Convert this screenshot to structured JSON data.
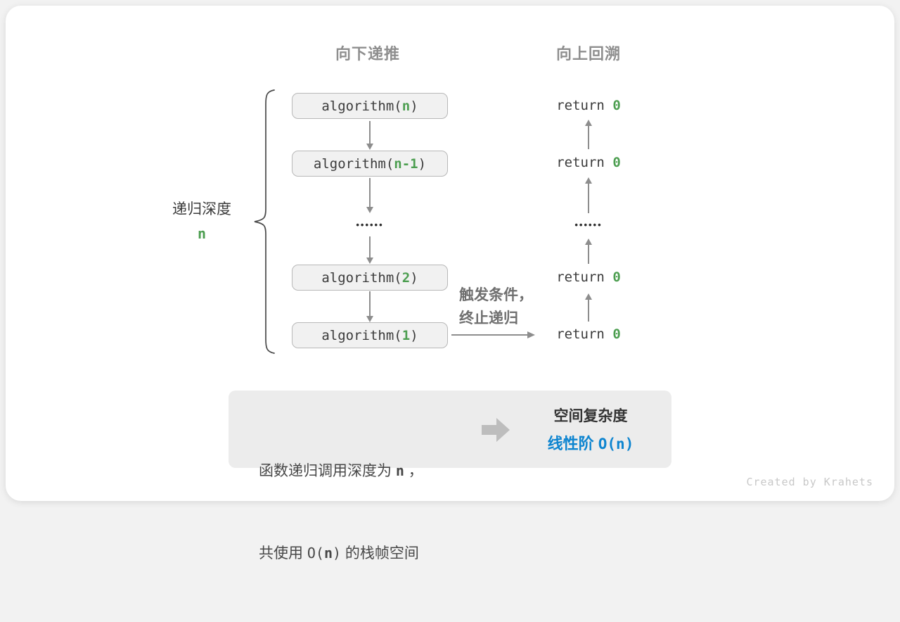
{
  "colors": {
    "green": "#4c9e50",
    "blue": "#0e85d0",
    "arrow": "#8d8d8d",
    "block_arrow": "#bdbdbd"
  },
  "headers": {
    "downward": "向下递推",
    "upward": "向上回溯"
  },
  "depth_label": {
    "text": "递归深度",
    "value": "n"
  },
  "stack": {
    "boxes": [
      {
        "pre": "algorithm(",
        "arg": "n",
        "post": ")"
      },
      {
        "pre": "algorithm(",
        "arg": "n-1",
        "post": ")"
      },
      {
        "pre": "algorithm(",
        "arg": "2",
        "post": ")"
      },
      {
        "pre": "algorithm(",
        "arg": "1",
        "post": ")"
      }
    ],
    "ellipsis": "••••••"
  },
  "returns": {
    "rows": [
      {
        "pre": "return ",
        "value": "0"
      },
      {
        "pre": "return ",
        "value": "0"
      },
      {
        "pre": "return ",
        "value": "0"
      },
      {
        "pre": "return ",
        "value": "0"
      }
    ],
    "ellipsis": "••••••"
  },
  "base_case_note": {
    "line1": "触发条件，",
    "line2": "终止递归"
  },
  "summary": {
    "desc_line1": {
      "pre": "函数递归调用深度为 ",
      "n": "n",
      "post": " ，"
    },
    "desc_line2": {
      "pre": "共使用 ",
      "o_open": "O(",
      "n": "n",
      "o_close": ")",
      "post": " 的栈帧空间"
    },
    "title": "空间复杂度",
    "result": {
      "label": "线性阶 ",
      "o_open": "O(",
      "n": "n",
      "o_close": ")"
    }
  },
  "footer": {
    "credit": "Created by Krahets"
  }
}
